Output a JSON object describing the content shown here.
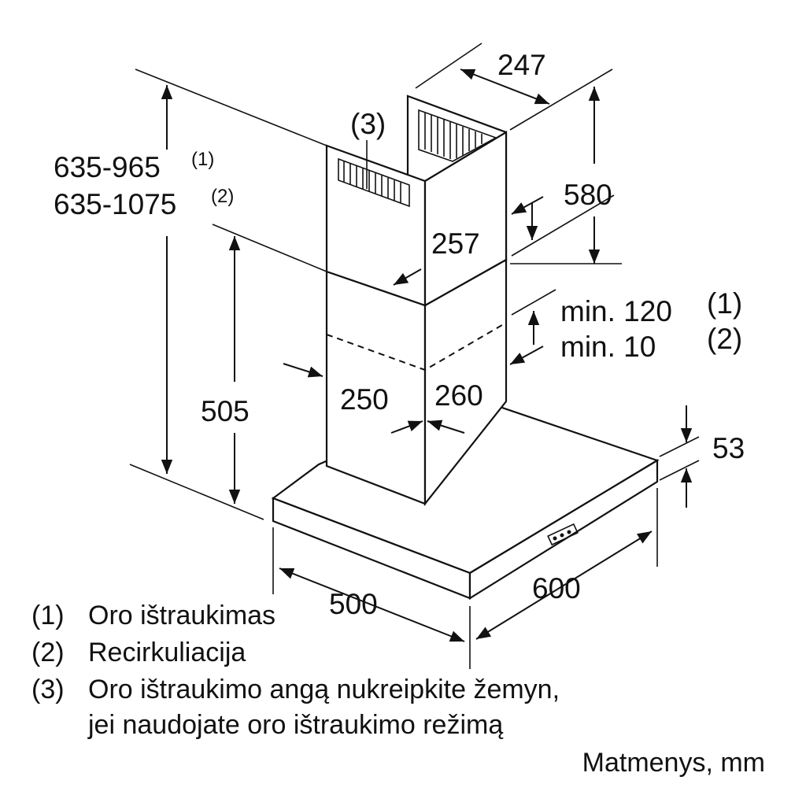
{
  "dimensions": {
    "chimney_depth_top": "247",
    "vent_note_ref": "(3)",
    "total_height_extraction": "635-965",
    "total_height_extraction_ref": "(1)",
    "total_height_recirculation": "635-1075",
    "total_height_recirculation_ref": "(2)",
    "upper_chimney_height": "580",
    "upper_chimney_width": "257",
    "min_gap_extraction": "min. 120",
    "min_gap_extraction_ref": "(1)",
    "min_gap_recirculation": "min. 10",
    "min_gap_recirculation_ref": "(2)",
    "lower_height": "505",
    "lower_chimney_width": "250",
    "lower_chimney_depth": "260",
    "canopy_thickness": "53",
    "canopy_width": "600",
    "canopy_depth": "500"
  },
  "legend": [
    {
      "ref": "(1)",
      "text": "Oro ištraukimas"
    },
    {
      "ref": "(2)",
      "text": "Recirkuliacija"
    },
    {
      "ref": "(3)",
      "text": "Oro ištraukimo angą nukreipkite žemyn,"
    },
    {
      "ref": "",
      "text": "jei naudojate oro ištraukimo režimą"
    }
  ],
  "units_note": "Matmenys, mm"
}
